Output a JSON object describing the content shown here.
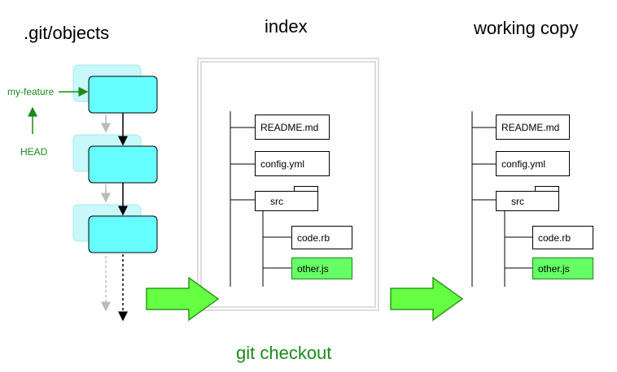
{
  "titles": {
    "objects": ".git/objects",
    "index": "index",
    "working": "working copy"
  },
  "refs": {
    "branch": "my-feature",
    "head": "HEAD"
  },
  "index_tree": {
    "readme": "README.md",
    "config": "config.yml",
    "src": "src",
    "code": "code.rb",
    "other": "other.js"
  },
  "working_tree": {
    "readme": "README.md",
    "config": "config.yml",
    "src": "src",
    "code": "code.rb",
    "other": "other.js"
  },
  "command": "git checkout",
  "colors": {
    "commit_fill": "#66ffff",
    "commit_shadow": "#c8f8fa",
    "ref_green": "#1a8a1a",
    "changed_fill": "#66ff66",
    "arrow_fill": "#66ff44",
    "arrow_stroke": "#2a9a1a"
  }
}
